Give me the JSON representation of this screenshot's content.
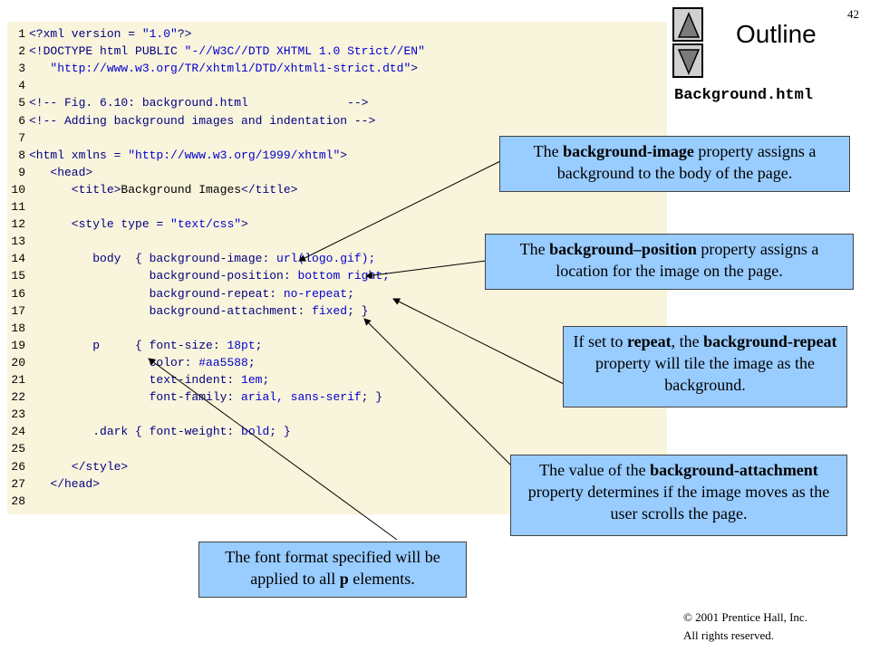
{
  "page_number": "42",
  "outline": {
    "title": "Outline",
    "file_name": "Background.html"
  },
  "code_lines": [
    {
      "n": "1",
      "segs": [
        [
          "tag",
          "<?xml version = "
        ],
        [
          "str",
          "\"1.0\""
        ],
        [
          "tag",
          "?>"
        ]
      ]
    },
    {
      "n": "2",
      "segs": [
        [
          "tag",
          "<!DOCTYPE html PUBLIC "
        ],
        [
          "str",
          "\"-//W3C//DTD XHTML 1.0 Strict//EN\""
        ]
      ]
    },
    {
      "n": "3",
      "segs": [
        [
          "str",
          "   \"http://www.w3.org/TR/xhtml1/DTD/xhtml1-strict.dtd\""
        ],
        [
          "tag",
          ">"
        ]
      ]
    },
    {
      "n": "4",
      "segs": []
    },
    {
      "n": "5",
      "segs": [
        [
          "tag",
          "<!-- Fig. 6.10: background.html              -->"
        ]
      ]
    },
    {
      "n": "6",
      "segs": [
        [
          "tag",
          "<!-- Adding background images and indentation -->"
        ]
      ]
    },
    {
      "n": "7",
      "segs": []
    },
    {
      "n": "8",
      "segs": [
        [
          "tag",
          "<html xmlns = "
        ],
        [
          "str",
          "\"http://www.w3.org/1999/xhtml\""
        ],
        [
          "tag",
          ">"
        ]
      ]
    },
    {
      "n": "9",
      "segs": [
        [
          "tag",
          "   <head>"
        ]
      ]
    },
    {
      "n": "10",
      "segs": [
        [
          "tag",
          "      <title>"
        ],
        [
          "plain",
          "Background Images"
        ],
        [
          "tag",
          "</title>"
        ]
      ]
    },
    {
      "n": "11",
      "segs": []
    },
    {
      "n": "12",
      "segs": [
        [
          "tag",
          "      <style type = "
        ],
        [
          "str",
          "\"text/css\""
        ],
        [
          "tag",
          ">"
        ]
      ]
    },
    {
      "n": "13",
      "segs": []
    },
    {
      "n": "14",
      "segs": [
        [
          "kw",
          "         body  { background-image: "
        ],
        [
          "val",
          "url(logo.gif);"
        ]
      ]
    },
    {
      "n": "15",
      "segs": [
        [
          "kw",
          "                 background-position: "
        ],
        [
          "val",
          "bottom right;"
        ]
      ]
    },
    {
      "n": "16",
      "segs": [
        [
          "kw",
          "                 background-repeat: "
        ],
        [
          "val",
          "no-repeat"
        ],
        [
          "kw",
          ";"
        ]
      ]
    },
    {
      "n": "17",
      "segs": [
        [
          "kw",
          "                 background-attachment: "
        ],
        [
          "val",
          "fixed"
        ],
        [
          "kw",
          "; }"
        ]
      ]
    },
    {
      "n": "18",
      "segs": []
    },
    {
      "n": "19",
      "segs": [
        [
          "kw",
          "         p     { font-size: "
        ],
        [
          "val",
          "18pt"
        ],
        [
          "kw",
          ";"
        ]
      ]
    },
    {
      "n": "20",
      "segs": [
        [
          "kw",
          "                 color: "
        ],
        [
          "val",
          "#aa5588"
        ],
        [
          "kw",
          ";"
        ]
      ]
    },
    {
      "n": "21",
      "segs": [
        [
          "kw",
          "                 text-indent: "
        ],
        [
          "val",
          "1em"
        ],
        [
          "kw",
          ";"
        ]
      ]
    },
    {
      "n": "22",
      "segs": [
        [
          "kw",
          "                 font-family: "
        ],
        [
          "val",
          "arial, sans-serif"
        ],
        [
          "kw",
          "; }"
        ]
      ]
    },
    {
      "n": "23",
      "segs": []
    },
    {
      "n": "24",
      "segs": [
        [
          "kw",
          "         .dark { font-weight: "
        ],
        [
          "val",
          "bold"
        ],
        [
          "kw",
          "; }"
        ]
      ]
    },
    {
      "n": "25",
      "segs": []
    },
    {
      "n": "26",
      "segs": [
        [
          "tag",
          "      </style>"
        ]
      ]
    },
    {
      "n": "27",
      "segs": [
        [
          "tag",
          "   </head>"
        ]
      ]
    },
    {
      "n": "28",
      "segs": []
    }
  ],
  "callouts": {
    "c1": {
      "segs": [
        [
          "The ",
          ""
        ],
        [
          "background-image",
          "b"
        ],
        [
          " property assigns a background to the body of the page.",
          ""
        ]
      ]
    },
    "c2": {
      "segs": [
        [
          "The ",
          ""
        ],
        [
          "background–position",
          "b"
        ],
        [
          " property assigns a location for the image on the page.",
          ""
        ]
      ]
    },
    "c3": {
      "segs": [
        [
          "If set to ",
          ""
        ],
        [
          "repeat",
          "b"
        ],
        [
          ", the ",
          ""
        ],
        [
          "background-repeat",
          "b"
        ],
        [
          " property will tile the image as the background.",
          ""
        ]
      ]
    },
    "c4": {
      "segs": [
        [
          "The value of the  ",
          ""
        ],
        [
          "background-attachment",
          "b"
        ],
        [
          " property determines if the image moves as the user scrolls the page.",
          ""
        ]
      ]
    },
    "c5": {
      "segs": [
        [
          "The font format specified will be applied to all ",
          ""
        ],
        [
          "p",
          "b"
        ],
        [
          " elements.",
          ""
        ]
      ]
    }
  },
  "copyright": {
    "line1": "© 2001 Prentice Hall, Inc.",
    "line2": "All rights reserved."
  },
  "colors": {
    "code_background": "#f9f4dc",
    "callout_background": "#99ccff",
    "nav_button": "#d0d0d0"
  },
  "icons": [
    "up-arrow-icon",
    "down-arrow-icon"
  ]
}
